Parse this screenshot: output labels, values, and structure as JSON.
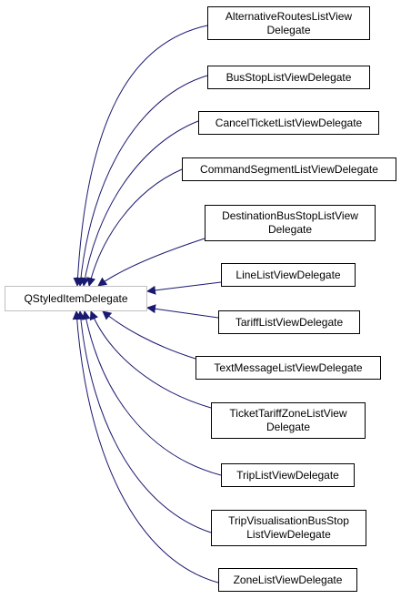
{
  "diagram": {
    "base": {
      "id": "qstyleditemdelegate",
      "label": "QStyledItemDelegate"
    },
    "derived": [
      {
        "id": "alternativeroutes",
        "label": "AlternativeRoutesListView\nDelegate"
      },
      {
        "id": "busstop",
        "label": "BusStopListViewDelegate"
      },
      {
        "id": "cancelticket",
        "label": "CancelTicketListViewDelegate"
      },
      {
        "id": "commandsegment",
        "label": "CommandSegmentListViewDelegate"
      },
      {
        "id": "destinationbusstop",
        "label": "DestinationBusStopListView\nDelegate"
      },
      {
        "id": "line",
        "label": "LineListViewDelegate"
      },
      {
        "id": "tariff",
        "label": "TariffListViewDelegate"
      },
      {
        "id": "textmessage",
        "label": "TextMessageListViewDelegate"
      },
      {
        "id": "tickettariffzone",
        "label": "TicketTariffZoneListView\nDelegate"
      },
      {
        "id": "trip",
        "label": "TripListViewDelegate"
      },
      {
        "id": "tripvisualisationbusstop",
        "label": "TripVisualisationBusStop\nListViewDelegate"
      },
      {
        "id": "zone",
        "label": "ZoneListViewDelegate"
      }
    ],
    "edge_color": "#191970"
  }
}
